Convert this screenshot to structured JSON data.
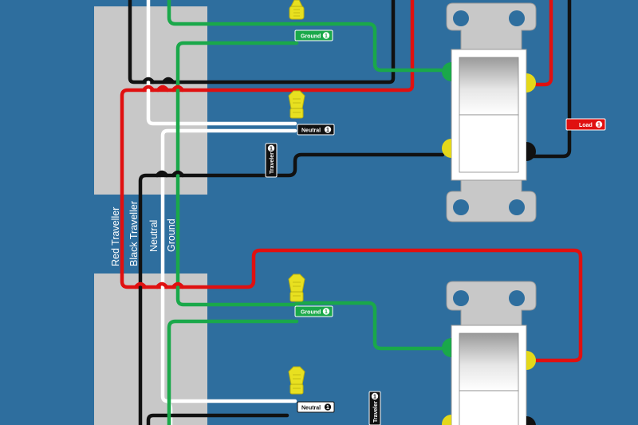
{
  "vertical_labels": {
    "red": "Red Traveller",
    "black": "Black Traveller",
    "neutral": "Neutral",
    "ground": "Ground"
  },
  "tags": {
    "ground_top": "Ground",
    "neutral_top": "Neutral",
    "traveler_top": "Traveler",
    "load": "Load",
    "ground_bottom": "Ground",
    "neutral_bottom": "Neutral",
    "traveler_bottom": "Traveler",
    "badge": "1"
  },
  "colors": {
    "background": "#2e6e9e",
    "box": "#c8c8c8",
    "red_wire": "#e01010",
    "black_wire": "#111111",
    "white_wire": "#ffffff",
    "ground_wire": "#1aa84a",
    "wire_nut": "#e8e020",
    "terminal_yellow": "#e4d81a",
    "terminal_green": "#1aa84a",
    "load_tag": "#e01010"
  }
}
